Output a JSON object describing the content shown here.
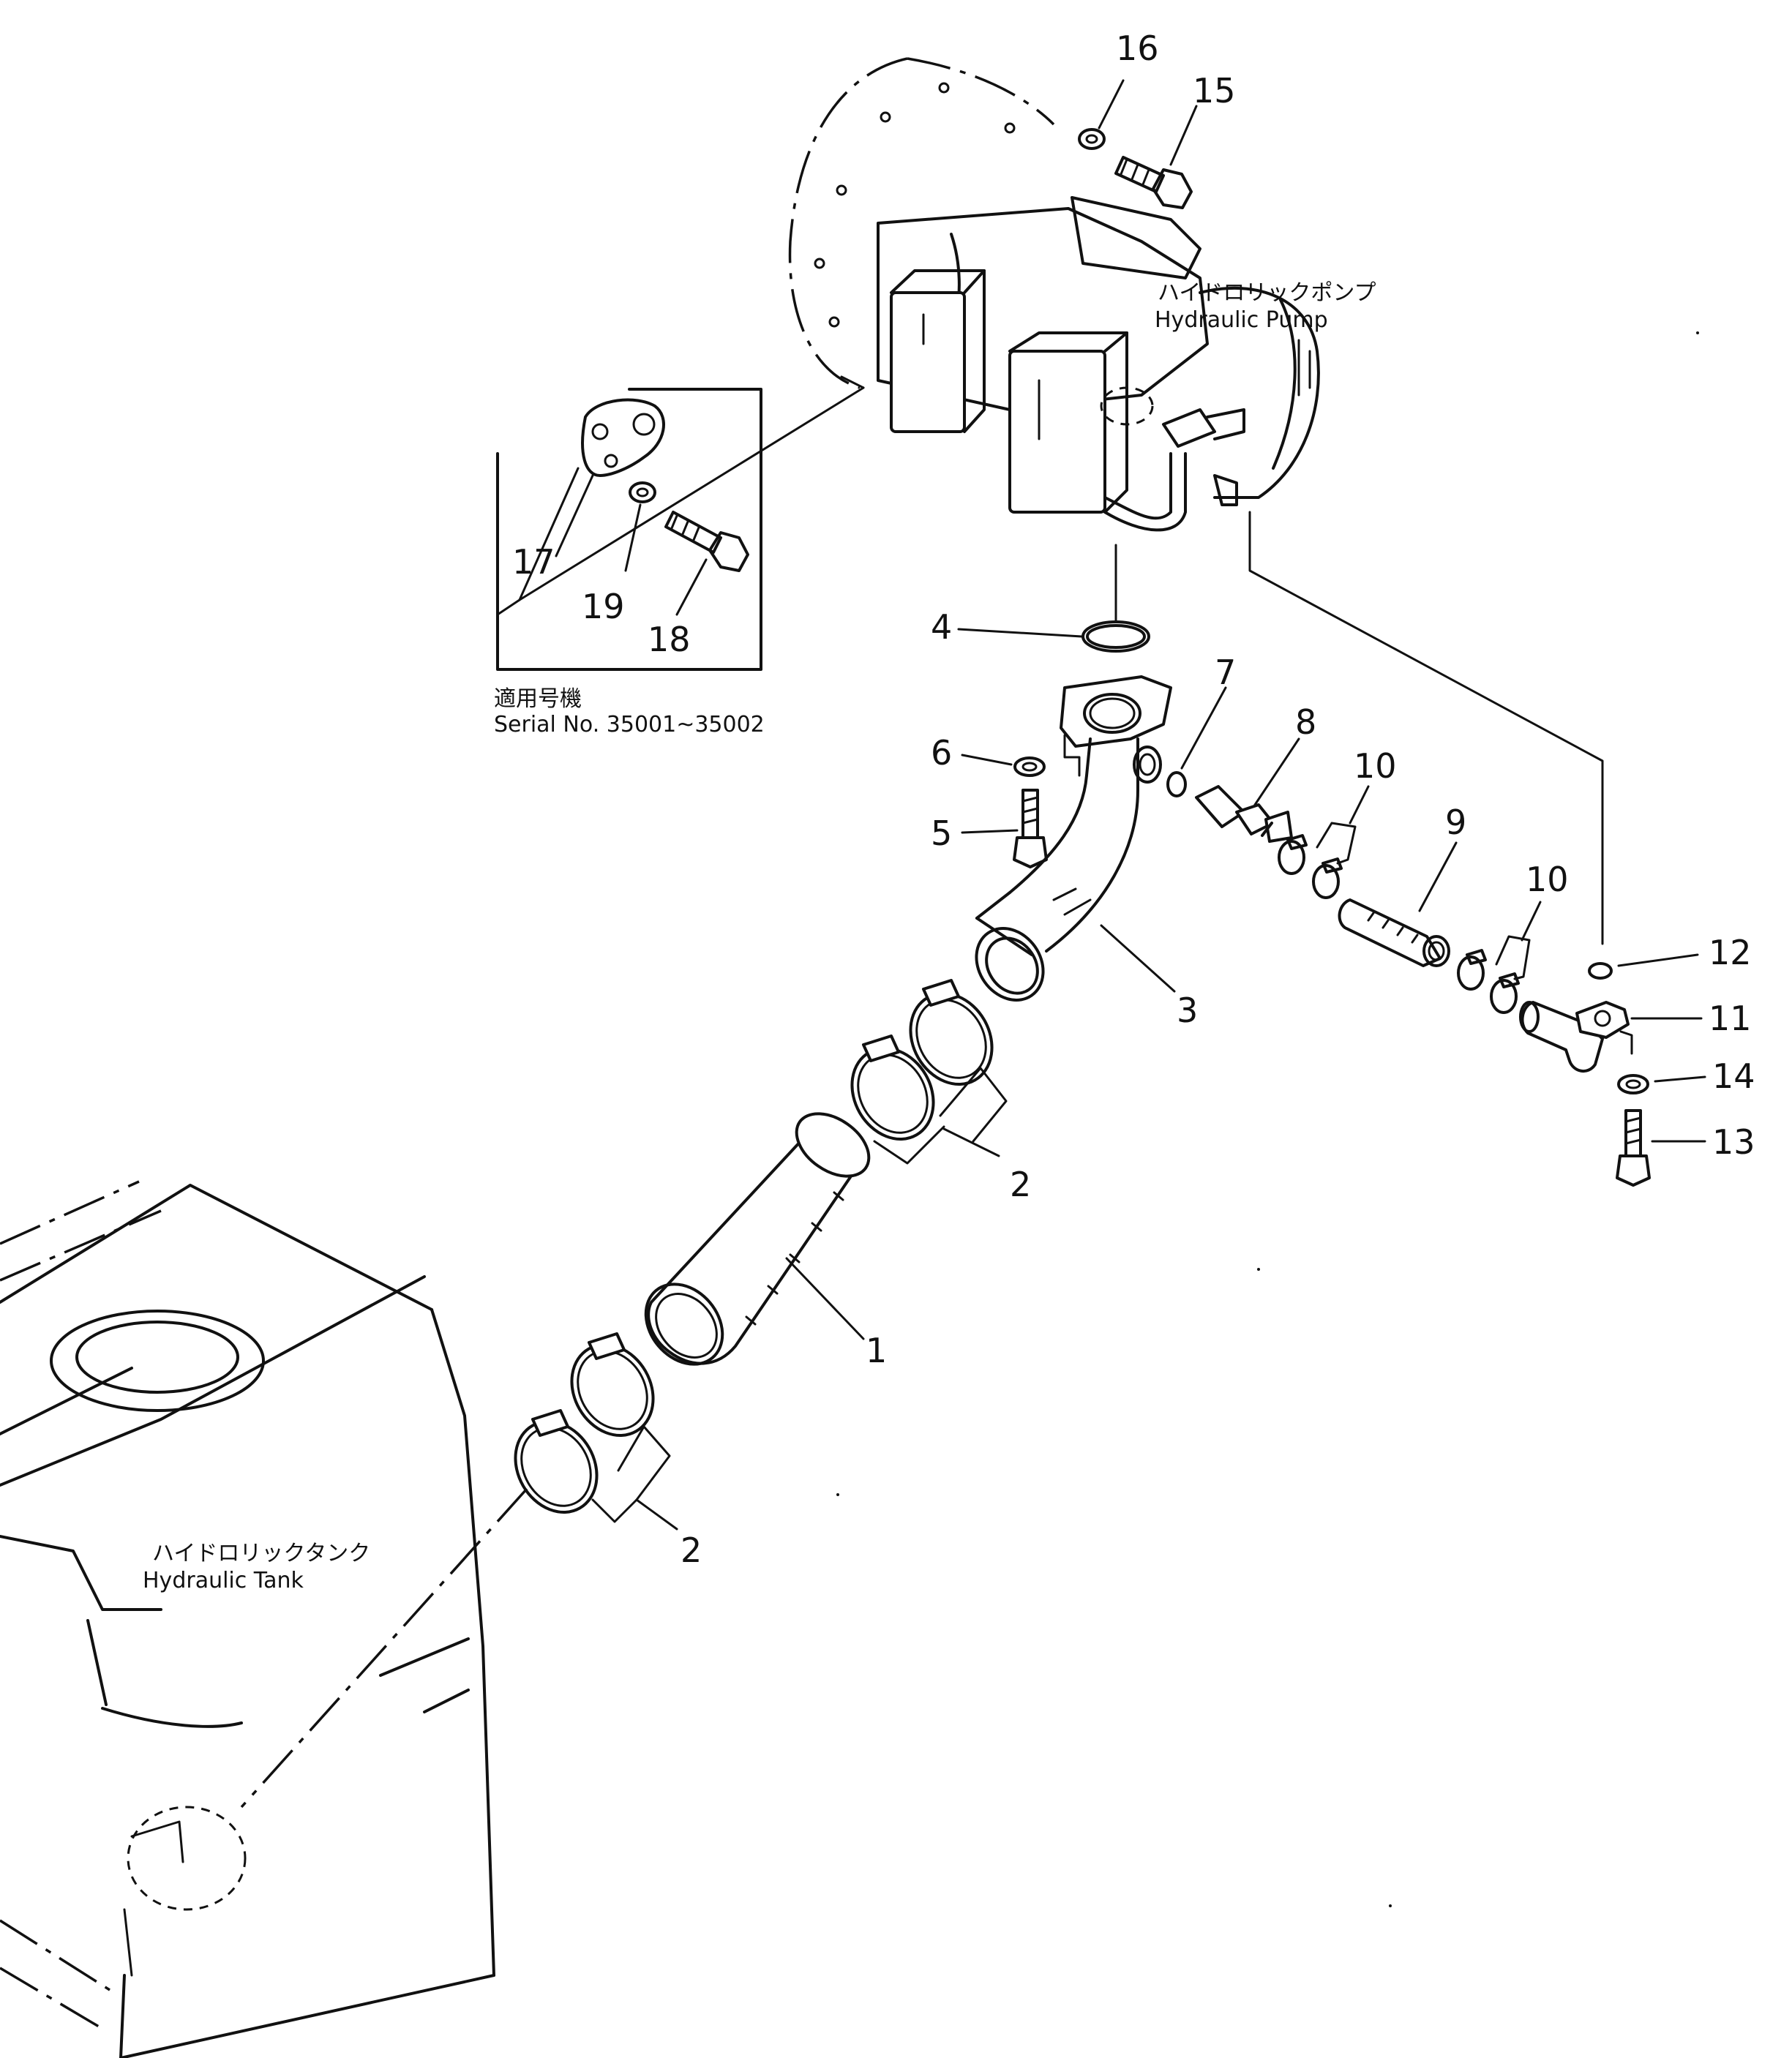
{
  "labels": {
    "pump_ja": "ハイドロリックポンプ",
    "pump_en": "Hydraulic Pump",
    "tank_ja": "ハイドロリックタンク",
    "tank_en": "Hydraulic Tank",
    "serial_ja": "適用号機",
    "serial_en": "Serial No. 35001~35002"
  },
  "callouts": {
    "c1": "1",
    "c2a": "2",
    "c2b": "2",
    "c3": "3",
    "c4": "4",
    "c5": "5",
    "c6": "6",
    "c7": "7",
    "c8": "8",
    "c9": "9",
    "c10a": "10",
    "c10b": "10",
    "c11": "11",
    "c12": "12",
    "c13": "13",
    "c14": "14",
    "c15": "15",
    "c16": "16",
    "c17": "17",
    "c18": "18",
    "c19": "19"
  }
}
